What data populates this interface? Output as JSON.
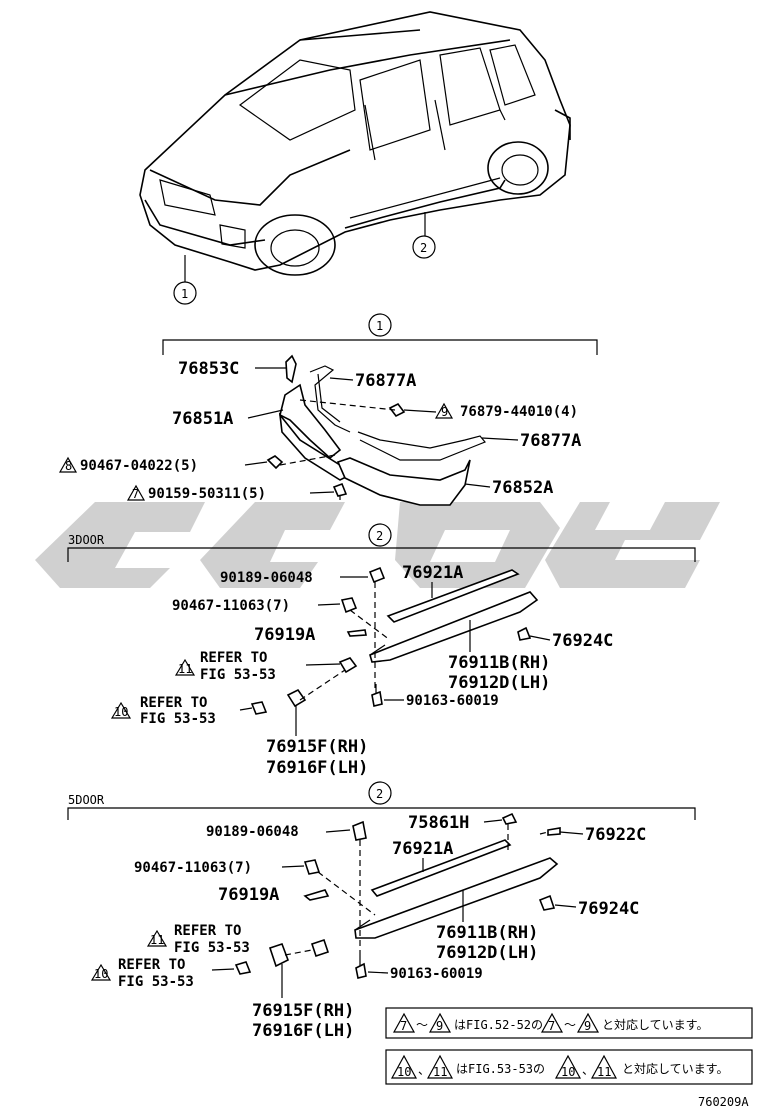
{
  "watermark": "cdc",
  "callouts": {
    "one": "1",
    "two": "2",
    "seven": "7",
    "eight": "8",
    "nine": "9",
    "ten": "10",
    "eleven": "11"
  },
  "section_front": {
    "parts": {
      "p76853C": "76853C",
      "p76877A_top": "76877A",
      "p76851A": "76851A",
      "p76879": "76879-44010(4)",
      "p76877A_bot": "76877A",
      "p90467_04022": "90467-04022(5)",
      "p90159": "90159-50311(5)",
      "p76852A": "76852A"
    }
  },
  "section_3door": {
    "title": "3DOOR",
    "parts": {
      "p90189": "90189-06048",
      "p76921A": "76921A",
      "p90467_11063": "90467-11063(7)",
      "p76919A": "76919A",
      "p76924C": "76924C",
      "refer11_a": "REFER TO",
      "refer11_b": "FIG 53-53",
      "p76911B": "76911B(RH)",
      "p76912D": "76912D(LH)",
      "refer10_a": "REFER TO",
      "refer10_b": "FIG 53-53",
      "p90163": "90163-60019",
      "p76915F": "76915F(RH)",
      "p76916F": "76916F(LH)"
    }
  },
  "section_5door": {
    "title": "5DOOR",
    "parts": {
      "p90189": "90189-06048",
      "p75861H": "75861H",
      "p76922C": "76922C",
      "p76921A": "76921A",
      "p90467_11063": "90467-11063(7)",
      "p76919A": "76919A",
      "p76924C": "76924C",
      "refer11_a": "REFER TO",
      "refer11_b": "FIG 53-53",
      "p76911B": "76911B(RH)",
      "p76912D": "76912D(LH)",
      "refer10_a": "REFER TO",
      "refer10_b": "FIG 53-53",
      "p90163": "90163-60019",
      "p76915F": "76915F(RH)",
      "p76916F": "76916F(LH)"
    }
  },
  "notes": {
    "note1_tilde": "～",
    "note1_a": "はFIG.52-52の",
    "note1_b": "と対応しています。",
    "note2_a": "はFIG.53-53の",
    "note2_sep": "、",
    "note2_b": "と対応しています。"
  },
  "figure_id": "760209A"
}
